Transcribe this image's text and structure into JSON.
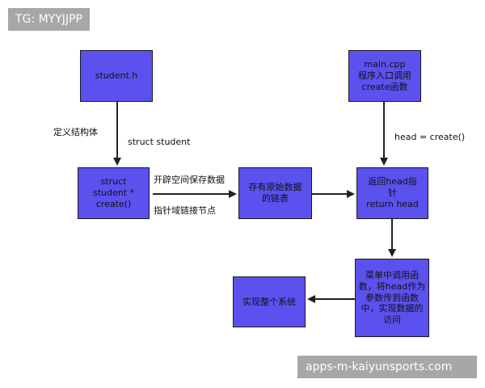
{
  "watermark_top": "TG: MYYJJPP",
  "watermark_bottom": "apps-m-kaiyunsports.com",
  "nodes": {
    "student_h": "student.h",
    "main_cpp": "main.cpp\n程序入口调用\ncreate函数",
    "create": "struct\nstudent *\ncreate()",
    "list": "存有原始数据\n的链表",
    "return_head": "返回head指\n针\nreturn head",
    "menu": "菜单中调用函\n数，将head作为\n参数传到函数\n中，实现数据的\n访问",
    "system": "实现整个系统"
  },
  "labels": {
    "define_struct": "定义结构体",
    "struct_student": "struct student",
    "open_space": "开辟空间保存数据",
    "link_nodes": "指针域链接节点",
    "head_assign": "head = create()"
  }
}
